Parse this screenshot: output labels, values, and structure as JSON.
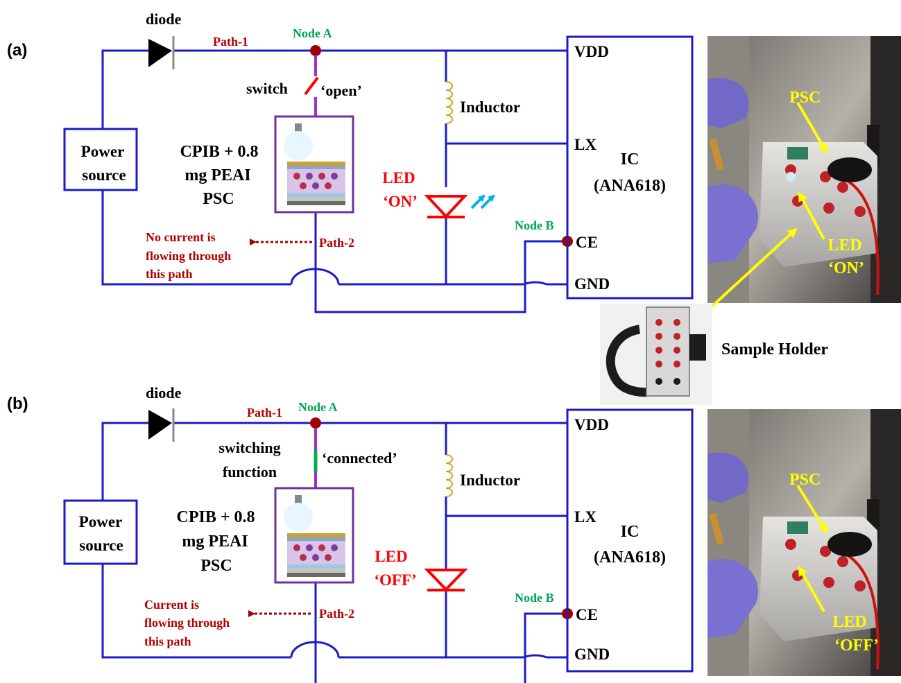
{
  "panels": [
    {
      "id": "a",
      "panel_label": "(a)",
      "diode_label": "diode",
      "path1_label": "Path-1",
      "node_a_label": "Node A",
      "switch_label_lines": [
        "switch"
      ],
      "switch_state": "‘open’",
      "device_label_lines": [
        "CPIB + 0.8",
        "mg PEAI",
        "PSC"
      ],
      "inductor_label": "Inductor",
      "led_label_lines": [
        "LED",
        "‘ON’"
      ],
      "led_emitting": true,
      "power_source_lines": [
        "Power",
        "source"
      ],
      "current_note_lines": [
        "No current is",
        "flowing through",
        "this path"
      ],
      "path2_label": "Path-2",
      "node_b_label": "Node B",
      "ic_pins": [
        "VDD",
        "LX",
        "CE",
        "GND"
      ],
      "ic_label_lines": [
        "IC",
        "(ANA618)"
      ],
      "photo_labels": {
        "psc": "PSC",
        "led_lines": [
          "LED",
          "‘ON’"
        ]
      }
    },
    {
      "id": "b",
      "panel_label": "(b)",
      "diode_label": "diode",
      "path1_label": "Path-1",
      "node_a_label": "Node A",
      "switch_label_lines": [
        "switching",
        "function"
      ],
      "switch_state": "‘connected’",
      "device_label_lines": [
        "CPIB + 0.8",
        "mg PEAI",
        "PSC"
      ],
      "inductor_label": "Inductor",
      "led_label_lines": [
        "LED",
        "‘OFF’"
      ],
      "led_emitting": false,
      "power_source_lines": [
        "Power",
        "source"
      ],
      "current_note_lines": [
        "Current is",
        "flowing through",
        "this path"
      ],
      "path2_label": "Path-2",
      "node_b_label": "Node B",
      "ic_pins": [
        "VDD",
        "LX",
        "CE",
        "GND"
      ],
      "ic_label_lines": [
        "IC",
        "(ANA618)"
      ],
      "photo_labels": {
        "psc": "PSC",
        "led_lines": [
          "LED",
          "‘OFF’"
        ]
      }
    }
  ],
  "sample_holder_label": "Sample Holder",
  "colors": {
    "wire": "#1a1acc",
    "node": "#a00000",
    "path_text": "#b00000",
    "node_text": "#00a550",
    "led": "#ff0000",
    "device_frame": "#7030a0",
    "switch_open": "#ff0000",
    "switch_closed": "#00b050",
    "emission": "#00b0f0",
    "photo_label": "#ffff00"
  }
}
